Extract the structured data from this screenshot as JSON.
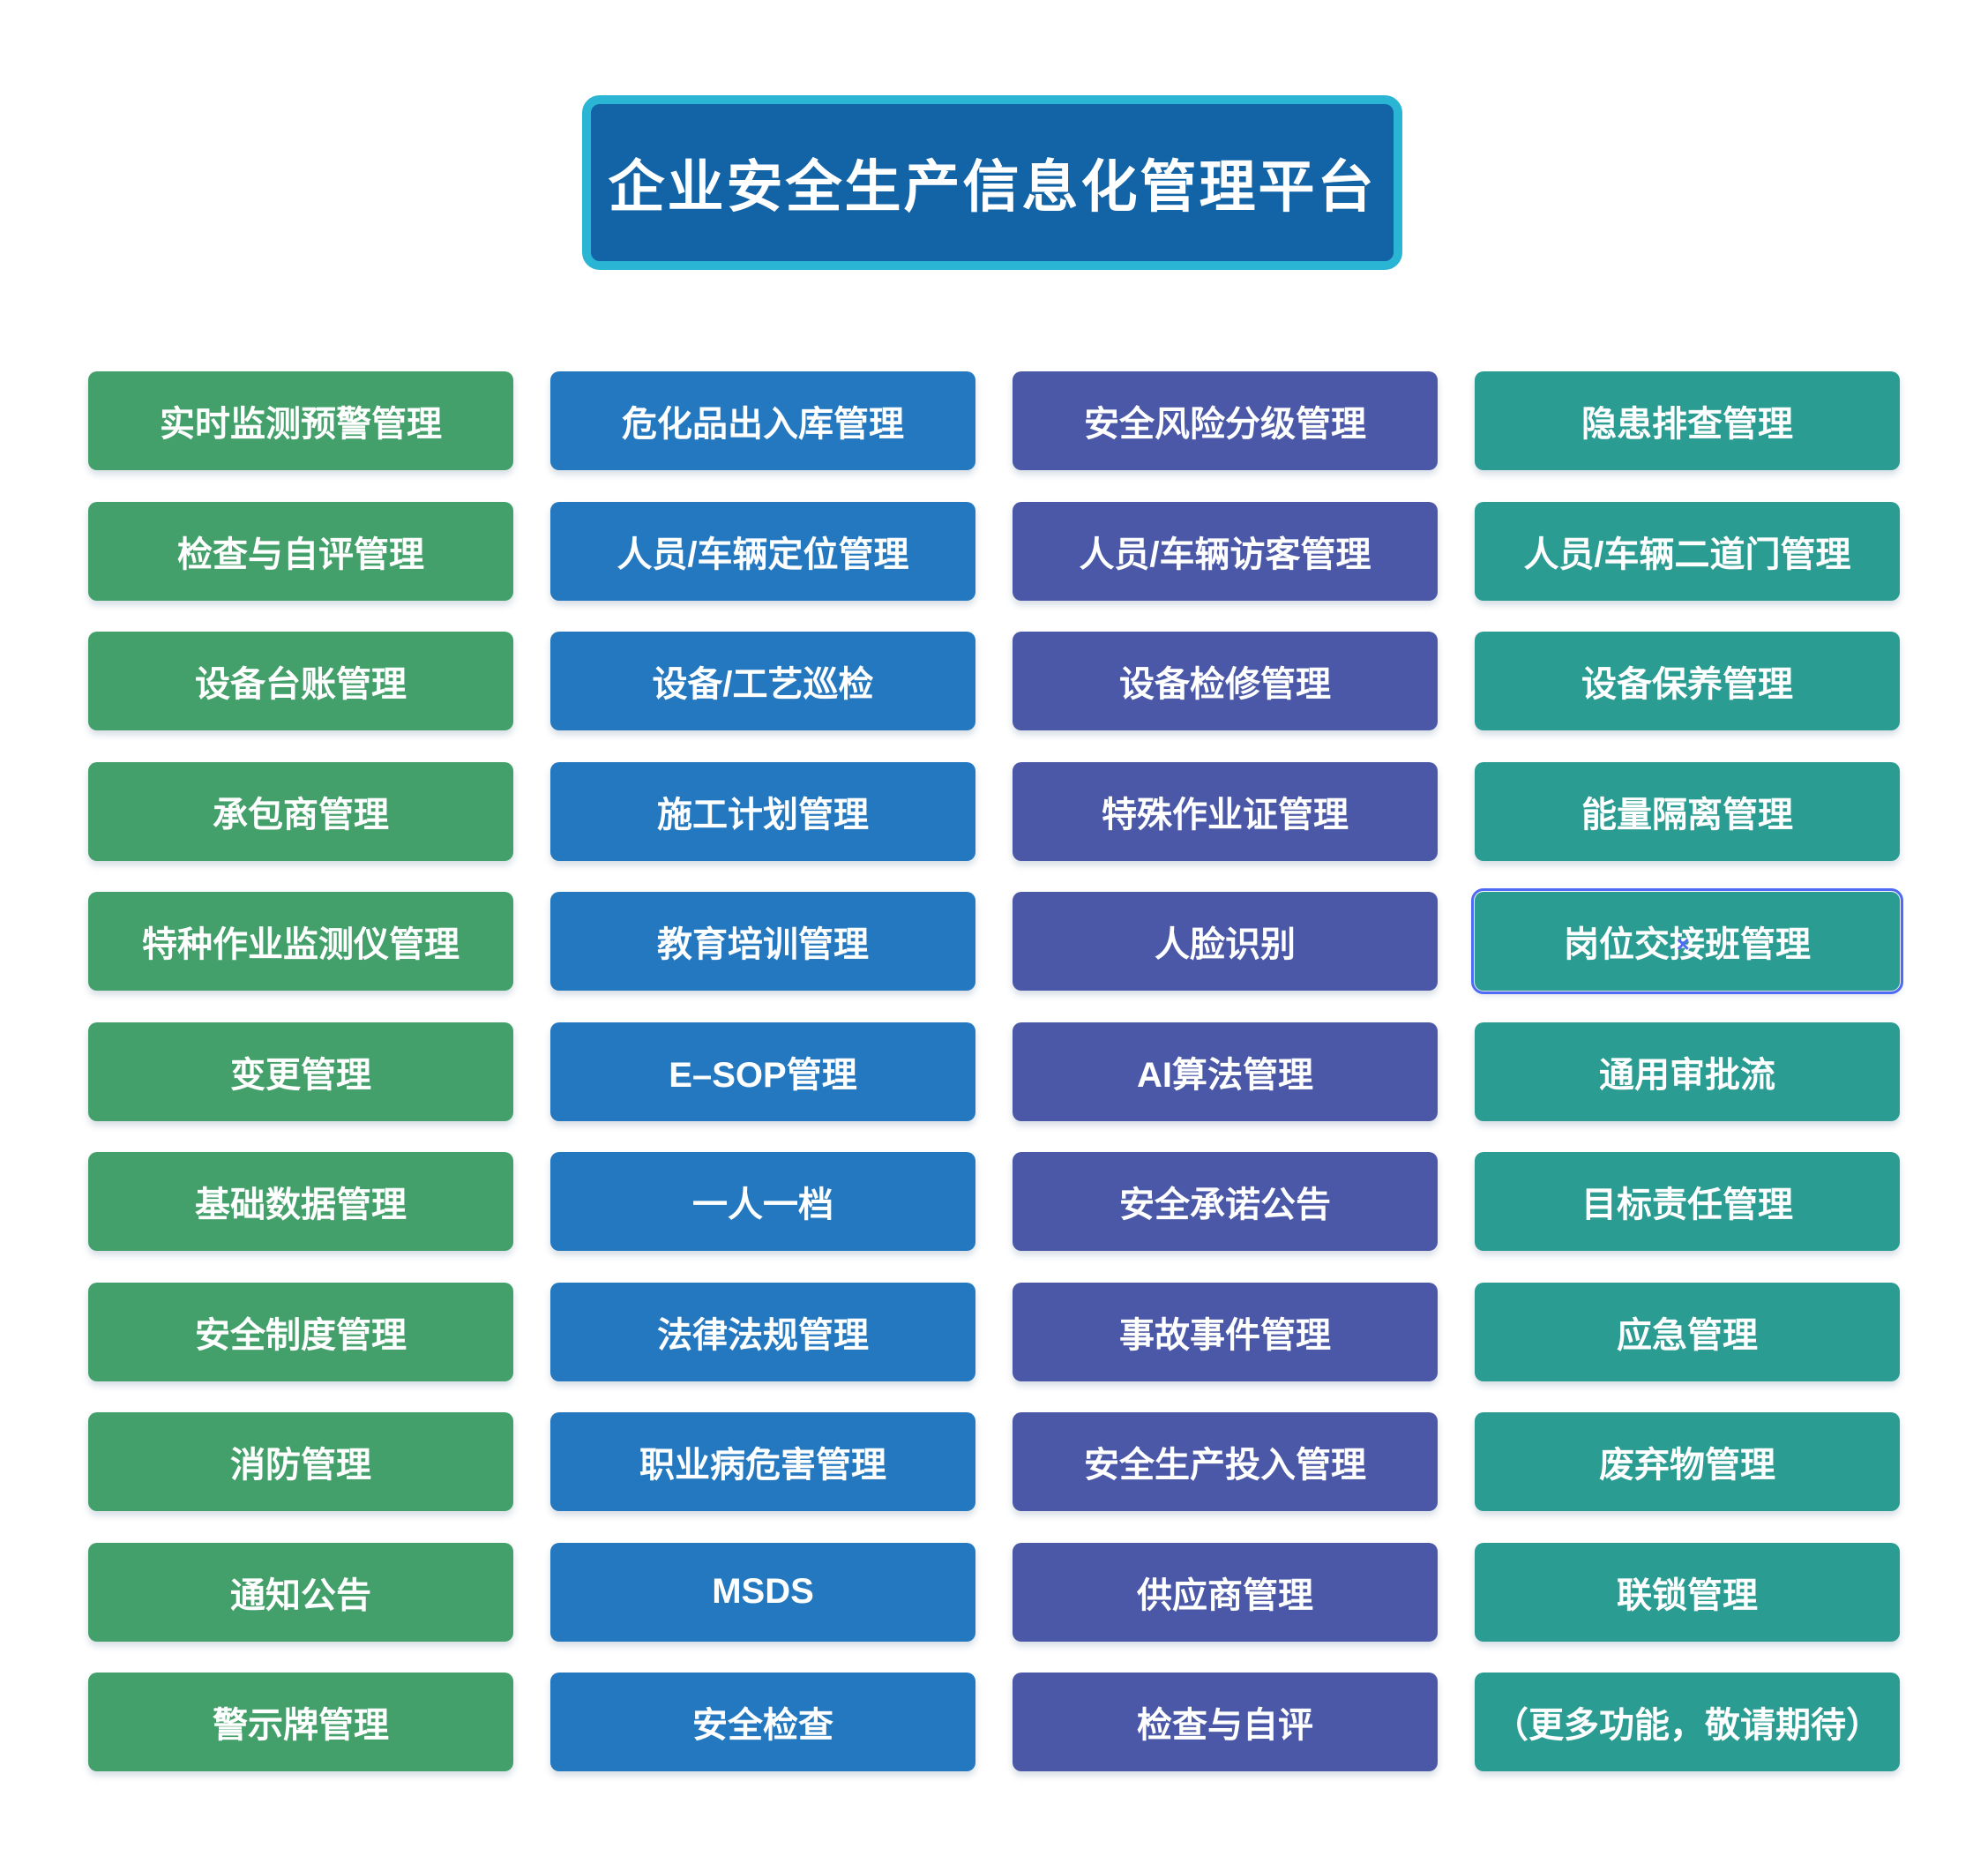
{
  "title": "企业安全生产信息化管理平台",
  "colors": {
    "green": "#44a06a",
    "blue": "#2478c0",
    "indigo": "#4a58a7",
    "teal": "#2a9c91",
    "title_bg": "#1363a7",
    "title_border": "#2ab5d4",
    "selection": "#4f6bf5"
  },
  "columns": [
    {
      "color_key": "green",
      "items": [
        "实时监测预警管理",
        "检查与自评管理",
        "设备台账管理",
        "承包商管理",
        "特种作业监测仪管理",
        "变更管理",
        "基础数据管理",
        "安全制度管理",
        "消防管理",
        "通知公告",
        "警示牌管理"
      ]
    },
    {
      "color_key": "blue",
      "items": [
        "危化品出入库管理",
        "人员/车辆定位管理",
        "设备/工艺巡检",
        "施工计划管理",
        "教育培训管理",
        "E–SOP管理",
        "一人一档",
        "法律法规管理",
        "职业病危害管理",
        "MSDS",
        "安全检查"
      ]
    },
    {
      "color_key": "indigo",
      "items": [
        "安全风险分级管理",
        "人员/车辆访客管理",
        "设备检修管理",
        "特殊作业证管理",
        "人脸识别",
        "AI算法管理",
        "安全承诺公告",
        "事故事件管理",
        "安全生产投入管理",
        "供应商管理",
        "检查与自评"
      ]
    },
    {
      "color_key": "teal",
      "items": [
        "隐患排查管理",
        "人员/车辆二道门管理",
        "设备保养管理",
        "能量隔离管理",
        "岗位交接班管理",
        "通用审批流",
        "目标责任管理",
        "应急管理",
        "废弃物管理",
        "联锁管理",
        "（更多功能，敬请期待）"
      ]
    }
  ],
  "selected": {
    "column": 3,
    "row": 4,
    "label": "岗位交接班管理"
  },
  "artifact": {
    "selection_cross": "×"
  }
}
